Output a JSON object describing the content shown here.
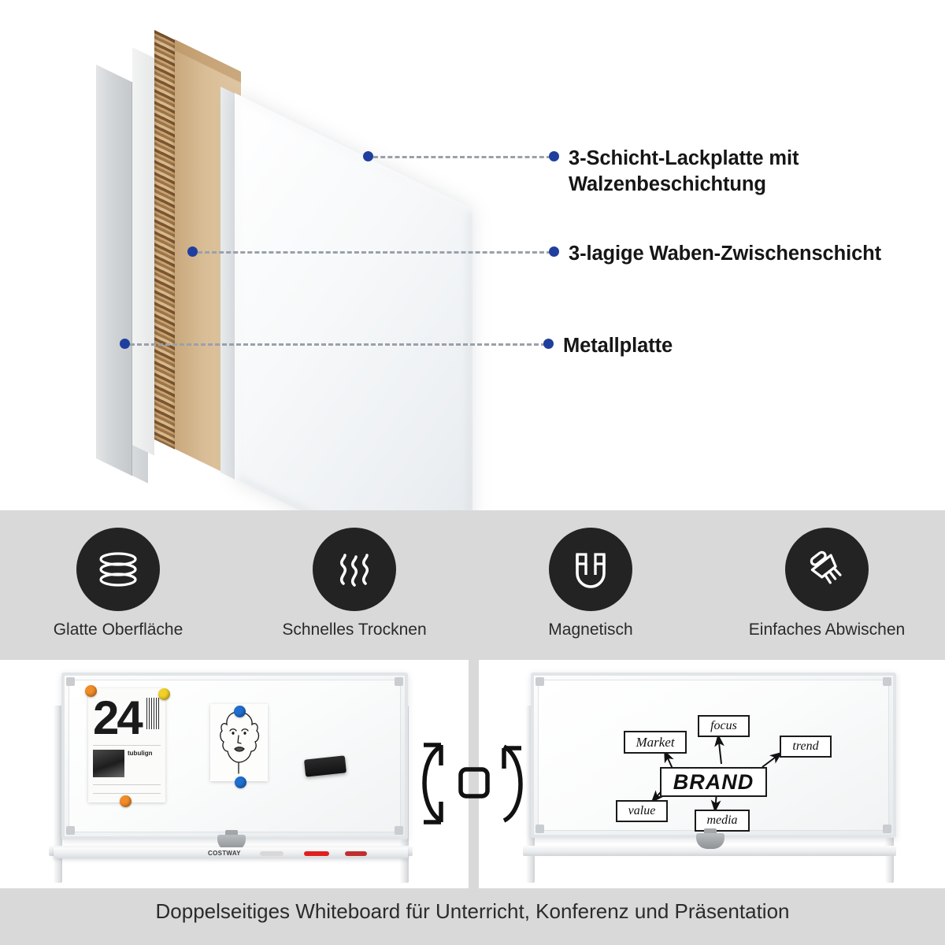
{
  "diagram": {
    "callouts": [
      {
        "id": "lacquer-panel",
        "label": "3-Schicht-Lackplatte mit\nWalzenbeschichtung",
        "dot_color": "#1f3f9e"
      },
      {
        "id": "honeycomb-core",
        "label": "3-lagige Waben-Zwischenschicht",
        "dot_color": "#1f3f9e"
      },
      {
        "id": "metal-plate",
        "label": "Metallplatte",
        "dot_color": "#1f3f9e"
      }
    ],
    "layers": [
      {
        "name": "Metallplatte",
        "color": "#d3d6d8"
      },
      {
        "name": "3-lagige Waben-Zwischenschicht",
        "color": "#d9bd96"
      },
      {
        "name": "3-Schicht-Lackplatte",
        "color": "#f7f9fa"
      }
    ]
  },
  "features": [
    {
      "icon": "smooth-surface-icon",
      "label": "Glatte Oberfläche"
    },
    {
      "icon": "fast-drying-icon",
      "label": "Schnelles Trocknen"
    },
    {
      "icon": "magnet-icon",
      "label": "Magnetisch"
    },
    {
      "icon": "brush-icon",
      "label": "Einfaches Abwischen"
    }
  ],
  "photos": {
    "left": {
      "calendar_number": "24",
      "calendar_caption": "tubulign",
      "magnets": [
        {
          "color": "#f28c28"
        },
        {
          "color": "#f2d028"
        },
        {
          "color": "#1f6fd0"
        },
        {
          "color": "#1f6fd0"
        },
        {
          "color": "#f28c28"
        }
      ],
      "tray_logo": "COSTWAY",
      "pens": [
        {
          "color": "#d8d8d8"
        },
        {
          "color": "#e02020"
        },
        {
          "color": "#c03030"
        }
      ]
    },
    "right": {
      "mindmap": {
        "center": "BRAND",
        "nodes": [
          "Market",
          "focus",
          "trend",
          "value",
          "media"
        ]
      }
    },
    "rotate_icon": "flip-rotate-icon"
  },
  "caption": "Doppelseitiges Whiteboard für Unterricht, Konferenz und Präsentation",
  "colors": {
    "accent_blue": "#1f3f9e",
    "panel_grey": "#d9d9d9",
    "badge_dark": "#232323"
  }
}
